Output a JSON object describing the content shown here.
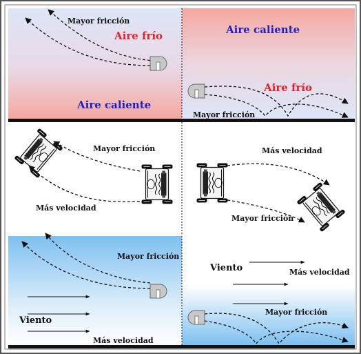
{
  "panels": {
    "top_left": {
      "friction_label": "Mayor fricción",
      "cold_label": "Aire frío",
      "hot_label": "Aire caliente"
    },
    "top_right": {
      "hot_label": "Aire caliente",
      "cold_label": "Aire frío",
      "friction_label": "Mayor fricción"
    },
    "middle_left": {
      "friction_label": "Mayor fricción",
      "speed_label": "Más velocidad"
    },
    "middle_right": {
      "speed_label": "Más velocidad",
      "friction_label": "Mayor fricción"
    },
    "bottom_left": {
      "friction_label": "Mayor fricción",
      "wind_label": "Viento",
      "speed_label": "Más velocidad"
    },
    "bottom_right": {
      "wind_label": "Viento",
      "speed_label": "Más velocidad",
      "friction_label": "Mayor fricción"
    }
  },
  "colors": {
    "cold_text": "#e8202a",
    "hot_text": "#2020c0",
    "warm_fill": "#f5a8a0",
    "cool_fill": "#dfe6f7",
    "wind_fill": "#7ec0f0",
    "ground": "#111111",
    "frame": "#555555"
  },
  "icons": [
    "speaker-icon",
    "vehicle-top-view-icon"
  ]
}
